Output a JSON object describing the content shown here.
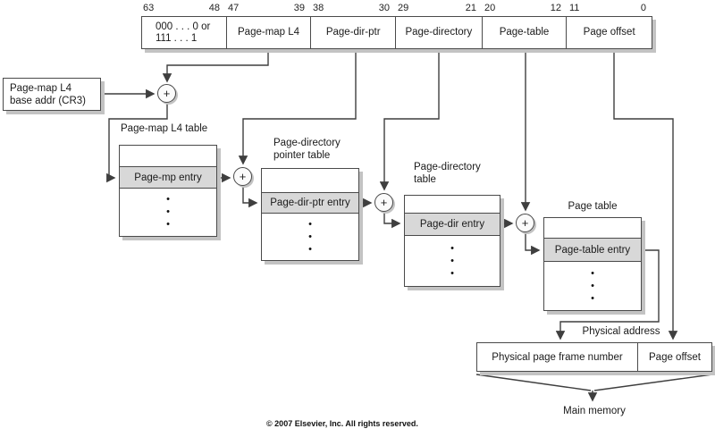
{
  "virtual_address": {
    "fields": [
      {
        "l1": "000 . . . 0 or",
        "l2": "111 . . . 1",
        "hi": "63",
        "lo": "48"
      },
      {
        "l1": "Page-map L4",
        "hi": "47",
        "lo": "39"
      },
      {
        "l1": "Page-dir-ptr",
        "hi": "38",
        "lo": "30"
      },
      {
        "l1": "Page-directory",
        "hi": "29",
        "lo": "21"
      },
      {
        "l1": "Page-table",
        "hi": "20",
        "lo": "12"
      },
      {
        "l1": "Page offset",
        "hi": "11",
        "lo": "0"
      }
    ]
  },
  "cr3_box": {
    "line1": "Page-map L4",
    "line2": "base addr (CR3)"
  },
  "glyphs": {
    "plus": "+",
    "dot": "•"
  },
  "tables": [
    {
      "title1": "Page-map L4 table",
      "title2": "",
      "entry": "Page-mp entry"
    },
    {
      "title1": "Page-directory",
      "title2": "pointer table",
      "entry": "Page-dir-ptr entry"
    },
    {
      "title1": "Page-directory",
      "title2": "table",
      "entry": "Page-dir entry"
    },
    {
      "title1": "Page table",
      "title2": "",
      "entry": "Page-table entry"
    }
  ],
  "physical_address": {
    "label": "Physical address",
    "frame_label": "Physical page frame number",
    "offset_label": "Page offset"
  },
  "main_memory_label": "Main memory",
  "copyright": "© 2007 Elsevier, Inc. All rights reserved.",
  "colors": {
    "line": "#3f3f3f",
    "entry_fill": "#d8d8d8",
    "shadow": "#c3c3c3",
    "border": "#4a4a4a"
  }
}
